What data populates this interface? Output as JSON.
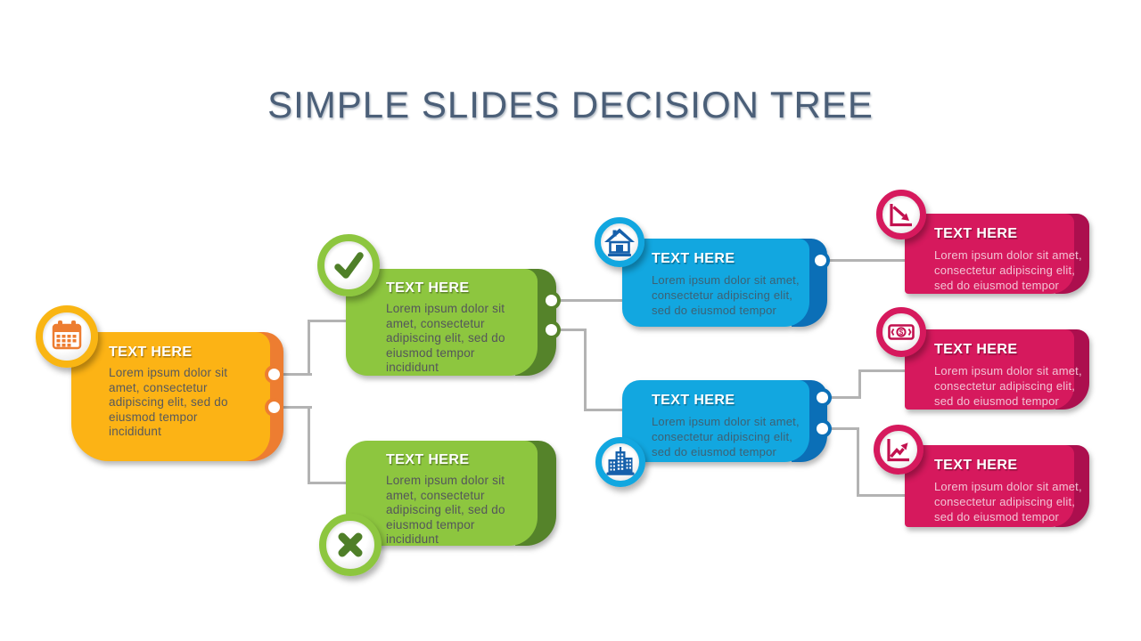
{
  "slide": {
    "title": "SIMPLE SLIDES DECISION TREE"
  },
  "nodes": [
    {
      "id": "start",
      "theme": "orange",
      "icon": "calendar-icon",
      "heading": "TEXT HERE",
      "body": "Lorem ipsum dolor sit amet, consectetur adipiscing elit, sed do eiusmod tempor incididunt"
    },
    {
      "id": "branch-yes",
      "theme": "green",
      "icon": "checkmark-icon",
      "heading": "TEXT HERE",
      "body": "Lorem ipsum dolor sit amet, consectetur adipiscing elit, sed do eiusmod tempor incididunt"
    },
    {
      "id": "branch-no",
      "theme": "green",
      "icon": "cross-icon",
      "heading": "TEXT HERE",
      "body": "Lorem ipsum dolor sit amet, consectetur adipiscing elit, sed do eiusmod tempor incididunt"
    },
    {
      "id": "option-home",
      "theme": "blue",
      "icon": "home-icon",
      "heading": "TEXT HERE",
      "body": "Lorem ipsum dolor sit amet, consectetur adipiscing elit, sed do eiusmod tempor"
    },
    {
      "id": "option-building",
      "theme": "blue",
      "icon": "building-icon",
      "heading": "TEXT HERE",
      "body": "Lorem ipsum dolor sit amet, consectetur adipiscing elit, sed do eiusmod tempor"
    },
    {
      "id": "outcome-decline",
      "theme": "pink",
      "icon": "chart-decline-icon",
      "heading": "TEXT HERE",
      "body": "Lorem ipsum dolor sit amet, consectetur adipiscing elit, sed do eiusmod tempor"
    },
    {
      "id": "outcome-money",
      "theme": "pink",
      "icon": "money-icon",
      "heading": "TEXT HERE",
      "body": "Lorem ipsum dolor sit amet, consectetur adipiscing elit, sed do eiusmod tempor"
    },
    {
      "id": "outcome-growth",
      "theme": "pink",
      "icon": "chart-growth-icon",
      "heading": "TEXT HERE",
      "body": "Lorem ipsum dolor sit amet, consectetur adipiscing elit, sed do eiusmod tempor"
    }
  ],
  "colors": {
    "orange": "#FCB315",
    "orange_dark": "#ED7D31",
    "green": "#8DC63F",
    "green_dark": "#55832A",
    "blue": "#12A7E0",
    "blue_dark": "#0B6FB7",
    "pink": "#D6195D",
    "pink_dark": "#AC0F4E",
    "connector": "#B3B3B3",
    "title_text": "#4B5F78",
    "body_text_gray": "#58595B",
    "body_text_blue": "#3D6174",
    "body_text_pink": "#F2C3D4"
  }
}
